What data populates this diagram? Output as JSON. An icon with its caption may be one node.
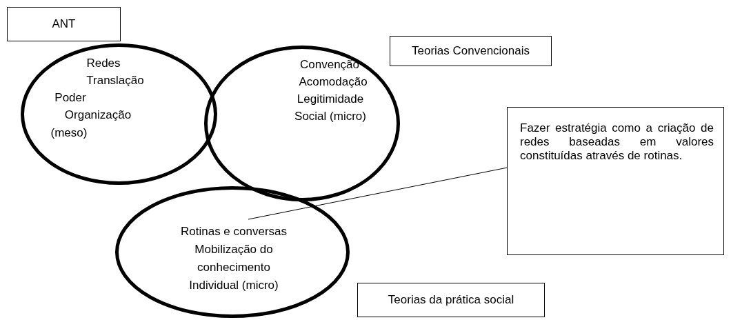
{
  "diagram": {
    "nodes": [
      {
        "text": [
          "ANT"
        ]
      },
      {
        "text": [
          "Redes",
          "Translação",
          "Poder",
          "Organização",
          "(meso)"
        ]
      },
      {
        "text": [
          "Teorias Convencionais"
        ]
      },
      {
        "text": [
          "Convenção",
          "Acomodação",
          "Legitimidade",
          "Social (micro)"
        ]
      },
      {
        "text": [
          "Rotinas e conversas",
          "Mobilização do",
          "conhecimento",
          "Individual (micro)"
        ]
      },
      {
        "text": [
          "Fazer estratégia como a criação de redes baseadas em valores constituídas através de rotinas."
        ]
      },
      {
        "text": [
          "Teorias da prática social"
        ]
      }
    ],
    "edges": [
      {
        "from": 5,
        "to": 4,
        "arrow": "none"
      }
    ]
  }
}
